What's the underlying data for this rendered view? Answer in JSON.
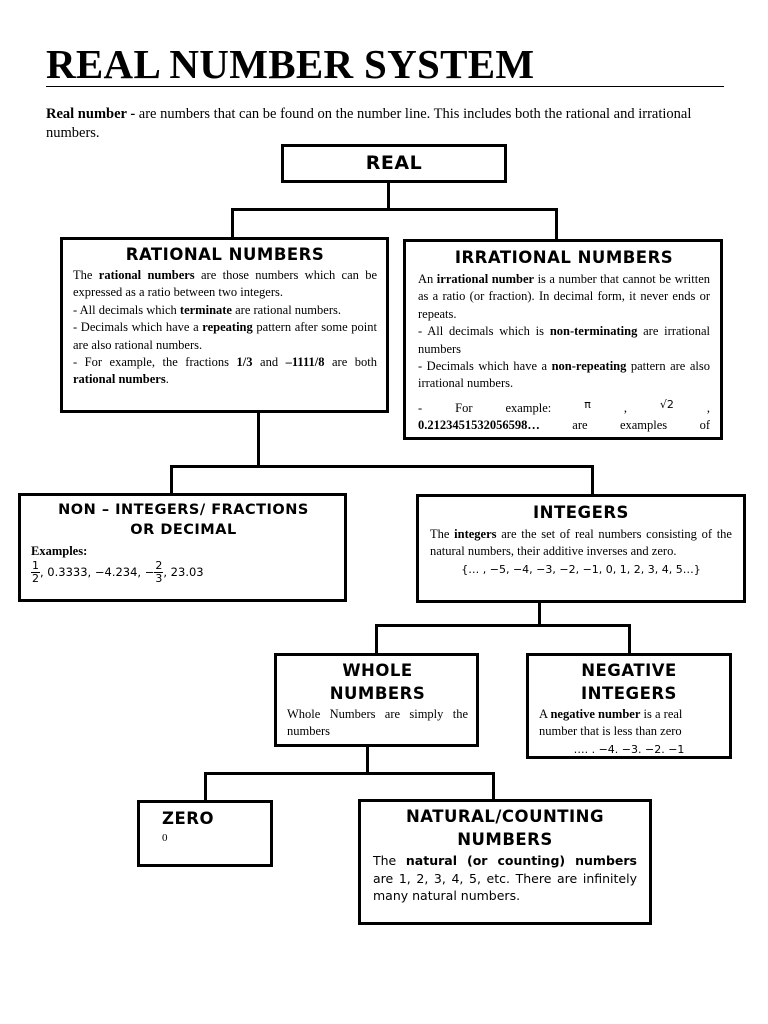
{
  "header": {
    "title": "REAL NUMBER SYSTEM",
    "intro_term": "Real number -",
    "intro_text": " are numbers that can be found on the number line. This includes both the rational and irrational numbers."
  },
  "real": {
    "title": "REAL"
  },
  "rational": {
    "title": "RATIONAL NUMBERS",
    "l1_a": "The ",
    "l1_b": "rational numbers",
    "l1_c": " are those numbers which can be expressed as a ratio between two integers.",
    "l2_a": "- All decimals which ",
    "l2_b": "terminate",
    "l2_c": " are rational numbers.",
    "l3_a": "- Decimals which have a ",
    "l3_b": "repeating",
    "l3_c": " pattern after some point are also rational numbers.",
    "l4_a": "- For example, the fractions ",
    "l4_b": "1/3",
    "l4_c": " and ",
    "l4_d": "–1111/8",
    "l4_e": " are both ",
    "l4_f": "rational numbers",
    "l4_g": "."
  },
  "irrational": {
    "title": "IRRATIONAL NUMBERS",
    "l1_a": "An ",
    "l1_b": "irrational number",
    "l1_c": " is a number that cannot be written as a ratio (or fraction).  In decimal form, it never ends or repeats.",
    "l2_a": "- All decimals which is ",
    "l2_b": "non-terminating",
    "l2_c": " are irrational numbers",
    "l3_a": "- Decimals which have a ",
    "l3_b": "non-repeating",
    "l3_c": " pattern are also irrational numbers.",
    "l4_a": "- For example: ",
    "l4_pi": "π",
    "l4_comma1": " , ",
    "l4_sqrt": "√2",
    "l4_comma2": " , ",
    "l4_b": "0.2123451532056598…",
    "l4_c": " are examples of"
  },
  "non_integers": {
    "title_line1": "NON – INTEGERS/ FRACTIONS",
    "title_line2": "OR DECIMAL",
    "examples_label": "Examples:",
    "frac1_num": "1",
    "frac1_den": "2",
    "mid": ", 0.3333, −4.234, −",
    "frac2_num": "2",
    "frac2_den": "3",
    "end": ", 23.03"
  },
  "integers": {
    "title": "INTEGERS",
    "t_a": "The ",
    "t_b": "integers",
    "t_c": " are the set of real numbers consisting of the natural numbers, their additive inverses and zero.",
    "set": "{… , −5, −4, −3, −2, −1, 0, 1, 2, 3, 4, 5…}"
  },
  "whole": {
    "title_line1": "WHOLE",
    "title_line2": "NUMBERS",
    "text": "Whole Numbers are simply the numbers"
  },
  "negative": {
    "title_line1": "NEGATIVE",
    "title_line2": "INTEGERS",
    "t_a": "A ",
    "t_b": "negative number",
    "t_c": " is a real number that is less than zero",
    "seq": "…. . −4. −3. −2. −1"
  },
  "zero": {
    "title": "ZERO",
    "value": "0"
  },
  "natural": {
    "title_line1": "NATURAL/COUNTING",
    "title_line2": "NUMBERS",
    "t_a": "The ",
    "t_b": "natural (or counting) numbers",
    "t_c": " are 1, 2, 3, 4, 5, etc. There are infinitely many natural numbers."
  }
}
